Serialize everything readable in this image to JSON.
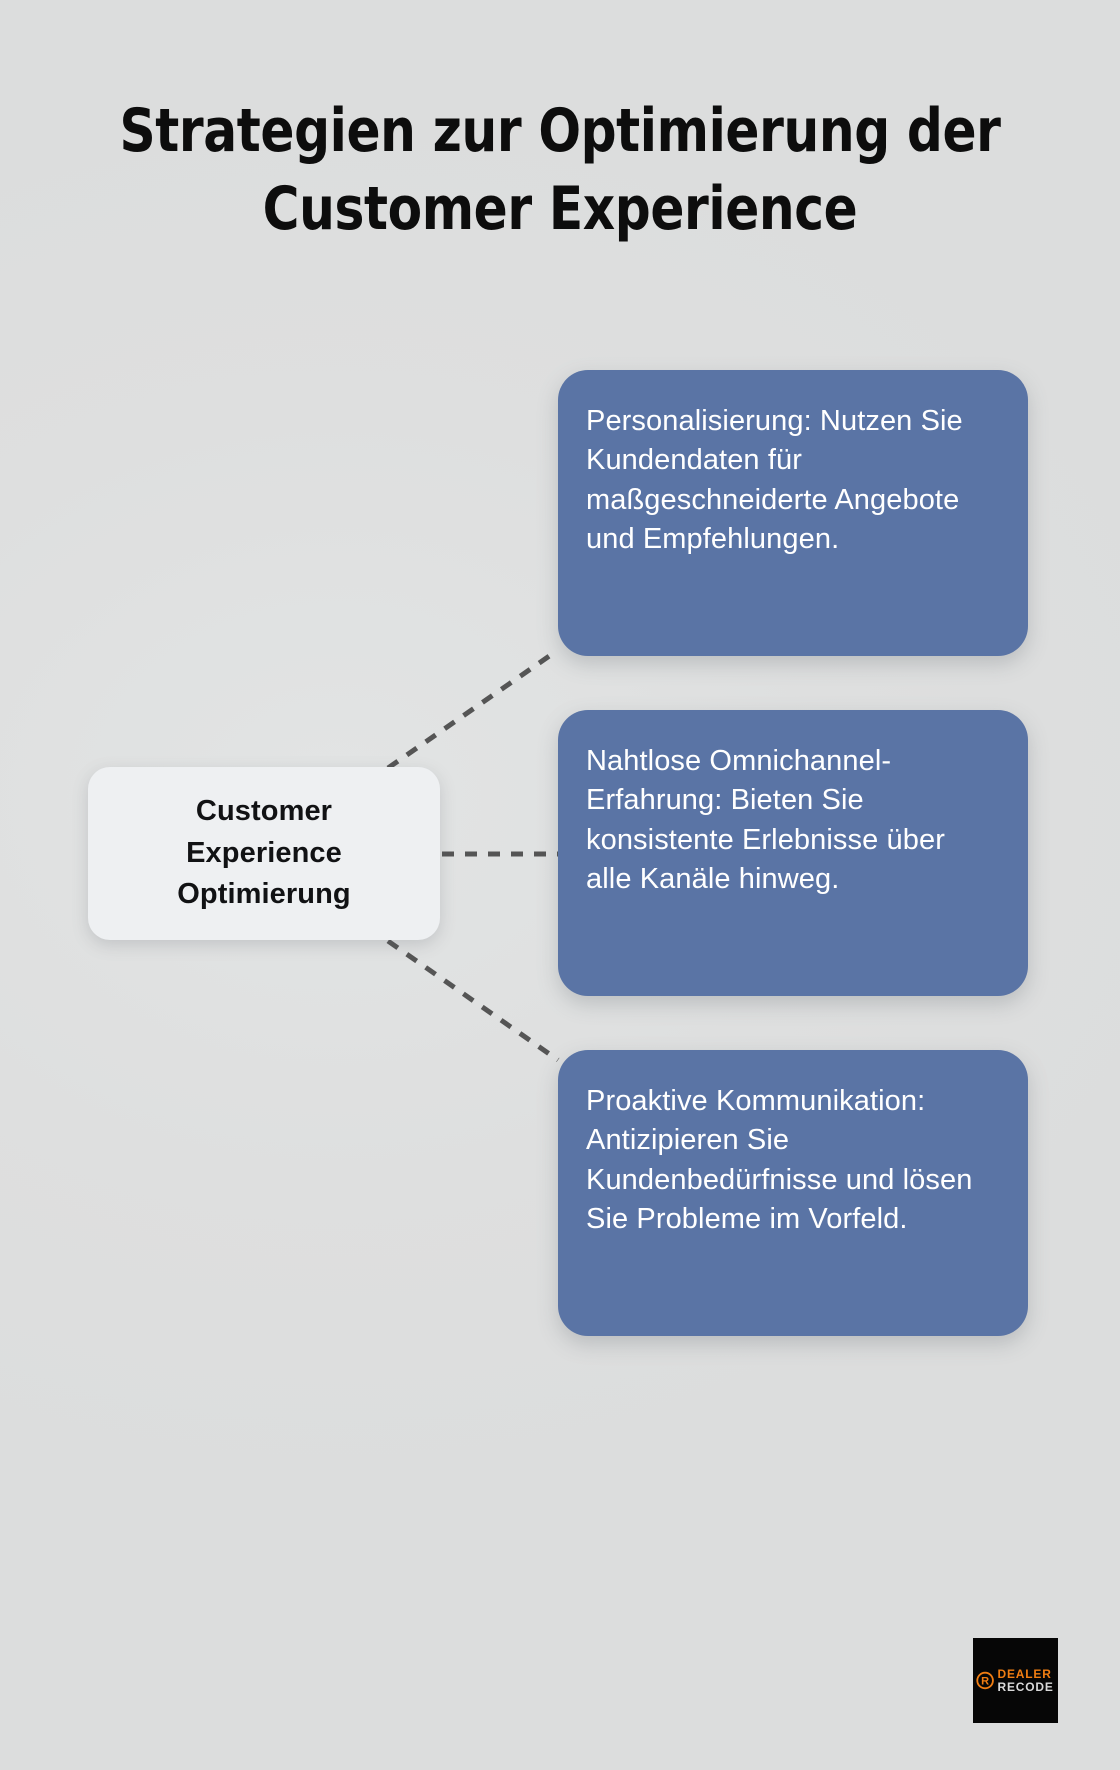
{
  "page": {
    "title": "Strategien zur Optimierung der Customer Experience",
    "background_color": "#dedfdf"
  },
  "diagram": {
    "type": "mind-map",
    "center": {
      "label": "Customer Experience Optimierung",
      "background_color": "#eef0f2",
      "text_color": "#111214"
    },
    "connector": {
      "style": "dashed",
      "color": "#555555"
    },
    "branches": [
      {
        "id": "personalisierung",
        "text": "Personalisierung: Nutzen Sie Kundendaten für maßgeschneiderte Angebote und Empfehlungen.",
        "background_color": "#5a74a5",
        "text_color": "#ffffff"
      },
      {
        "id": "omnichannel",
        "text": "Nahtlose Omnichannel-Erfahrung: Bieten Sie konsistente Erlebnisse über alle Kanäle hinweg.",
        "background_color": "#5a74a5",
        "text_color": "#ffffff"
      },
      {
        "id": "proaktive-kommunikation",
        "text": "Proaktive Kommunikation: Antizipieren Sie Kundenbedürfnisse und lösen Sie Probleme im Vorfeld.",
        "background_color": "#5a74a5",
        "text_color": "#ffffff"
      }
    ]
  },
  "logo": {
    "mark_letter": "R",
    "line1": "DEALER",
    "line2": "RECODE",
    "mark_color": "#f07d12",
    "line1_color": "#f07d12",
    "line2_color": "#d9d9d9",
    "background_color": "#060606"
  }
}
